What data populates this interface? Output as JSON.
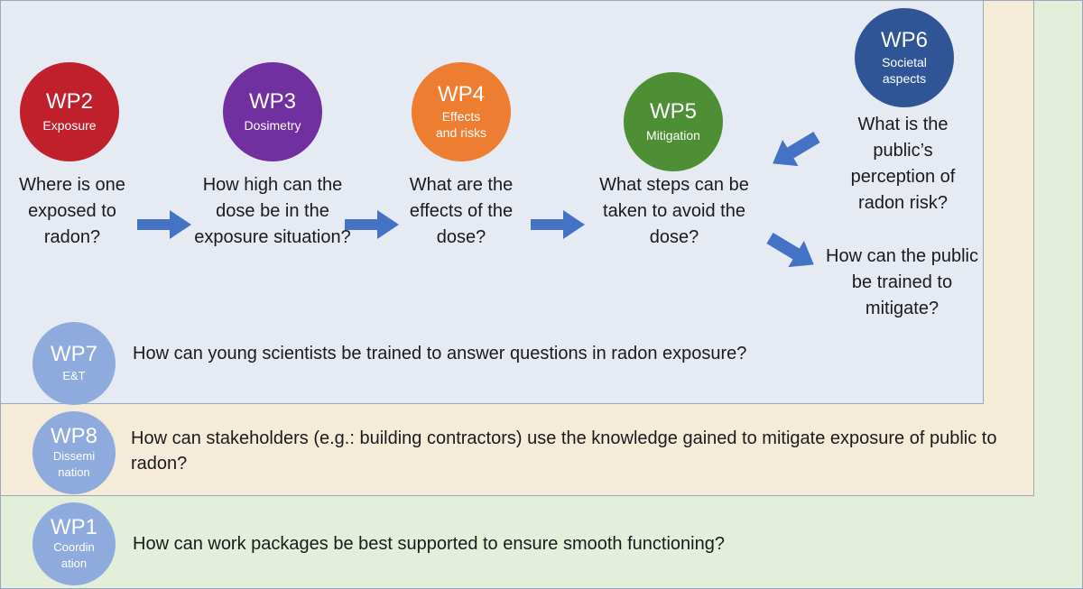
{
  "colors": {
    "outer_bg": "#e3efdb",
    "middle_bg": "#f5ebd9",
    "inner_bg": "#e6eaf2",
    "arrow": "#4472c4",
    "wp2": "#c0202c",
    "wp3": "#7030a0",
    "wp4": "#ed7d31",
    "wp5": "#4e8f35",
    "wp6": "#2f5597",
    "wp_light": "#8faadc"
  },
  "work_packages": {
    "wp2": {
      "title": "WP2",
      "subtitle": "Exposure",
      "question": "Where is one exposed to radon?"
    },
    "wp3": {
      "title": "WP3",
      "subtitle": "Dosimetry",
      "question": "How high can the dose be in the exposure situation?"
    },
    "wp4": {
      "title": "WP4",
      "subtitle": "Effects\nand risks",
      "question": "What are the effects of the dose?"
    },
    "wp5": {
      "title": "WP5",
      "subtitle": "Mitigation",
      "question": "What steps can be taken to avoid the dose?"
    },
    "wp6": {
      "title": "WP6",
      "subtitle": "Societal\naspects",
      "question": "What is the public’s perception of radon risk?",
      "question2": "How can the public be trained to mitigate?"
    },
    "wp7": {
      "title": "WP7",
      "subtitle": "E&T",
      "question": "How can young scientists be trained to answer questions in radon exposure?"
    },
    "wp8": {
      "title": "WP8",
      "subtitle": "Dissemi\nnation",
      "question": "How can stakeholders (e.g.: building contractors) use the knowledge gained to mitigate exposure of public to radon?"
    },
    "wp1": {
      "title": "WP1",
      "subtitle": "Coordin\nation",
      "question": "How can work packages be best supported to ensure smooth functioning?"
    }
  }
}
